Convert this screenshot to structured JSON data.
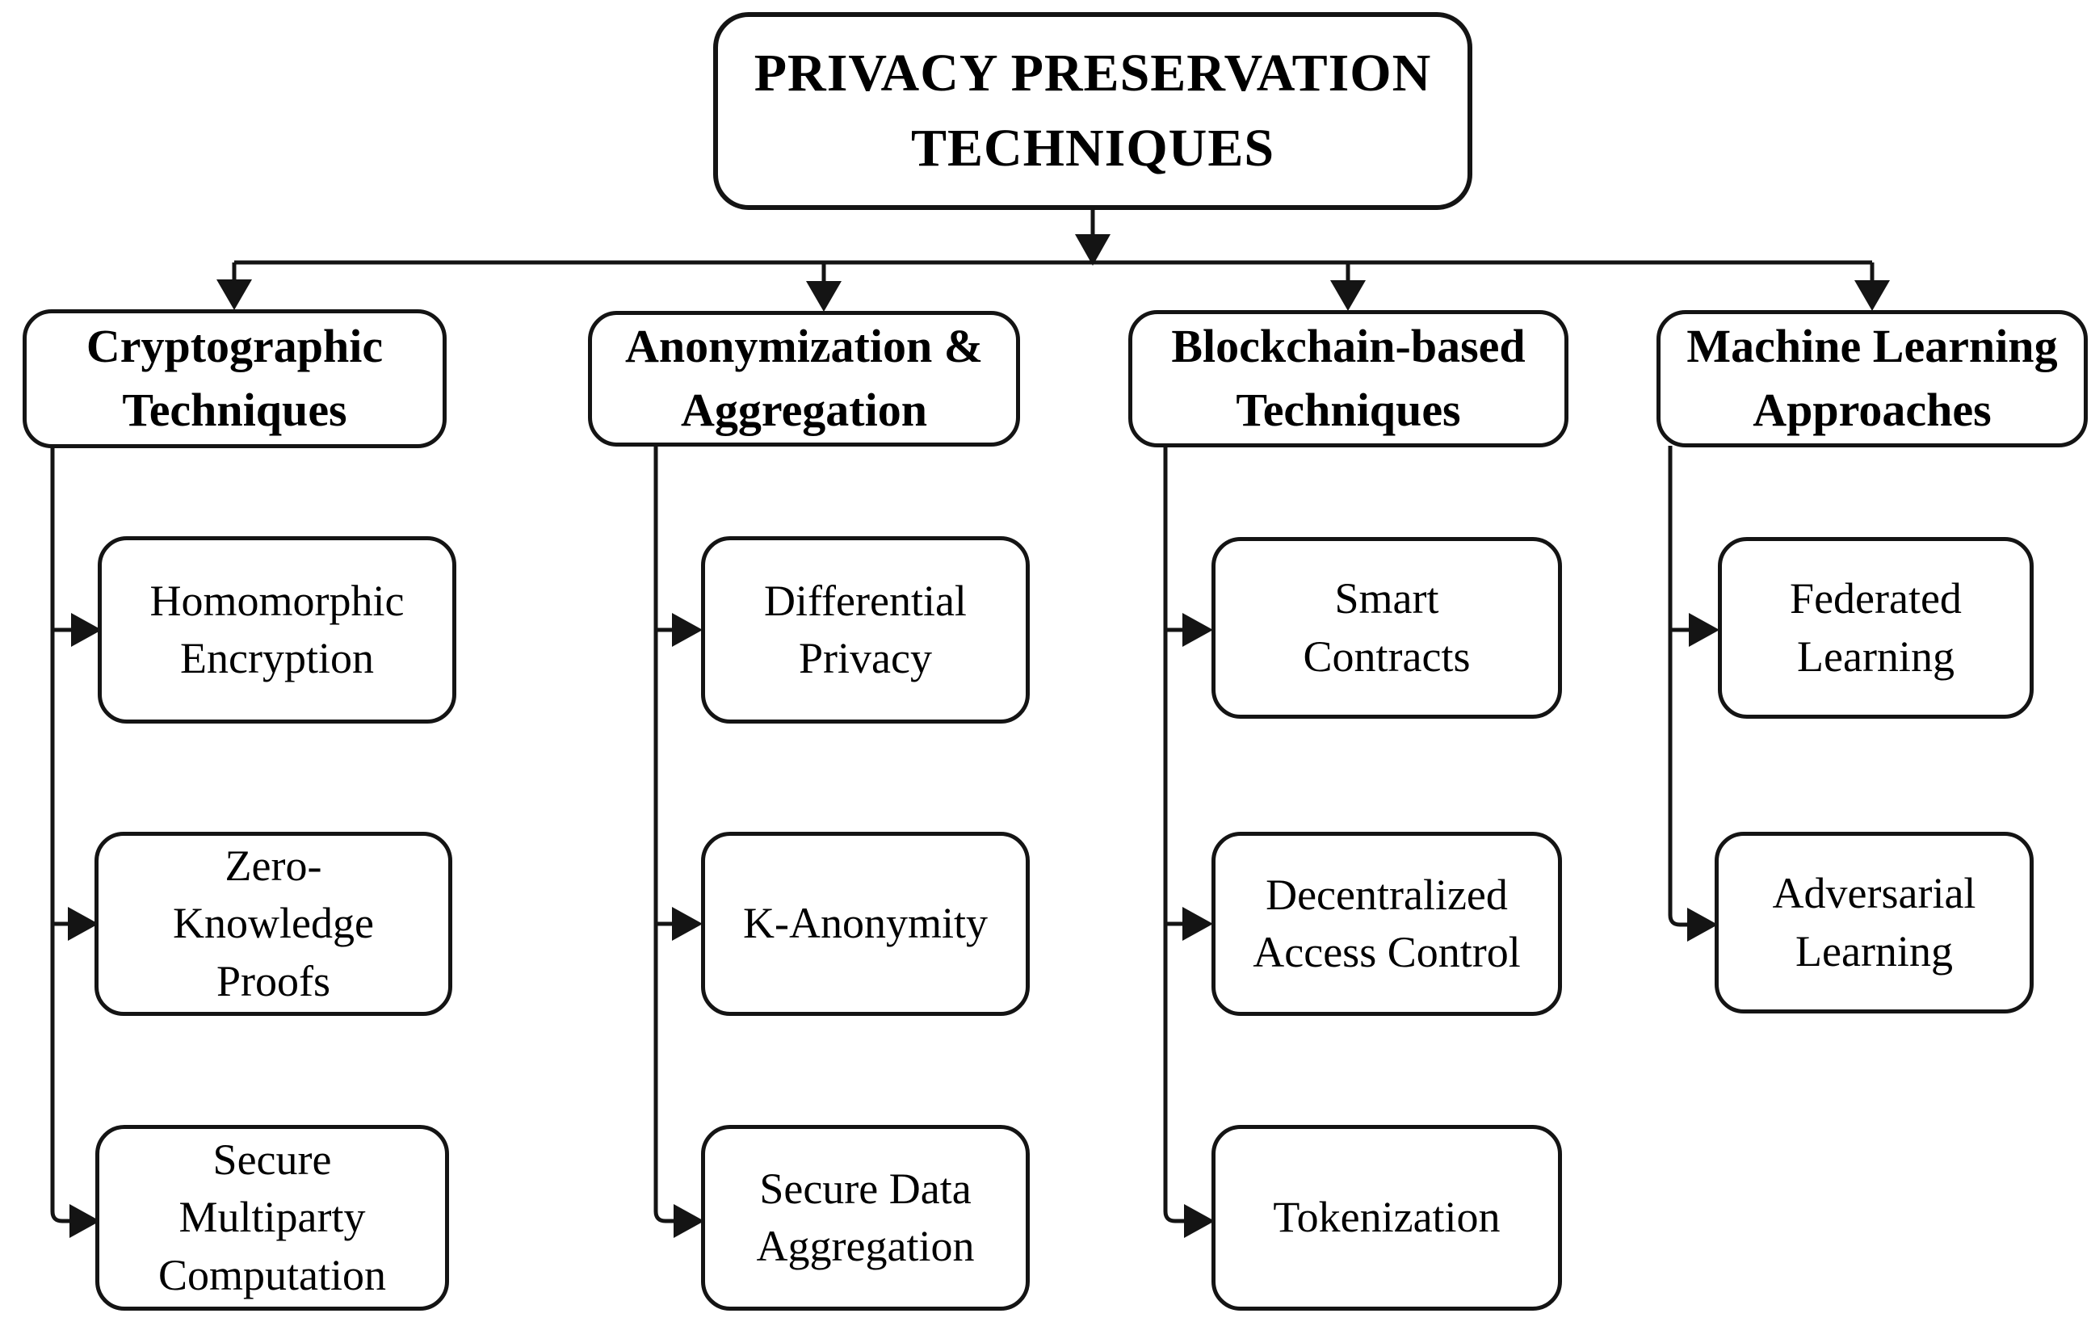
{
  "title": {
    "label": "PRIVACY PRESERVATION\nTECHNIQUES"
  },
  "categories": {
    "cryptographic": {
      "label": "Cryptographic\nTechniques"
    },
    "anonymization": {
      "label": "Anonymization &\nAggregation"
    },
    "blockchain": {
      "label": "Blockchain-based\nTechniques"
    },
    "machine_learning": {
      "label": "Machine Learning\nApproaches"
    }
  },
  "techniques": {
    "homomorphic_encryption": {
      "label": "Homomorphic\nEncryption"
    },
    "zero_knowledge_proofs": {
      "label": "Zero-\nKnowledge\nProofs"
    },
    "secure_multiparty_computation": {
      "label": "Secure\nMultiparty\nComputation"
    },
    "differential_privacy": {
      "label": "Differential\nPrivacy"
    },
    "k_anonymity": {
      "label": "K-Anonymity"
    },
    "secure_data_aggregation": {
      "label": "Secure Data\nAggregation"
    },
    "smart_contracts": {
      "label": "Smart\nContracts"
    },
    "decentralized_access_control": {
      "label": "Decentralized\nAccess Control"
    },
    "tokenization": {
      "label": "Tokenization"
    },
    "federated_learning": {
      "label": "Federated\nLearning"
    },
    "adversarial_learning": {
      "label": "Adversarial\nLearning"
    }
  },
  "colors": {
    "line": "#141414",
    "box_border": "#141414",
    "box_fill": "#ffffff",
    "page_background": "#ffffff",
    "text": "#000000"
  }
}
